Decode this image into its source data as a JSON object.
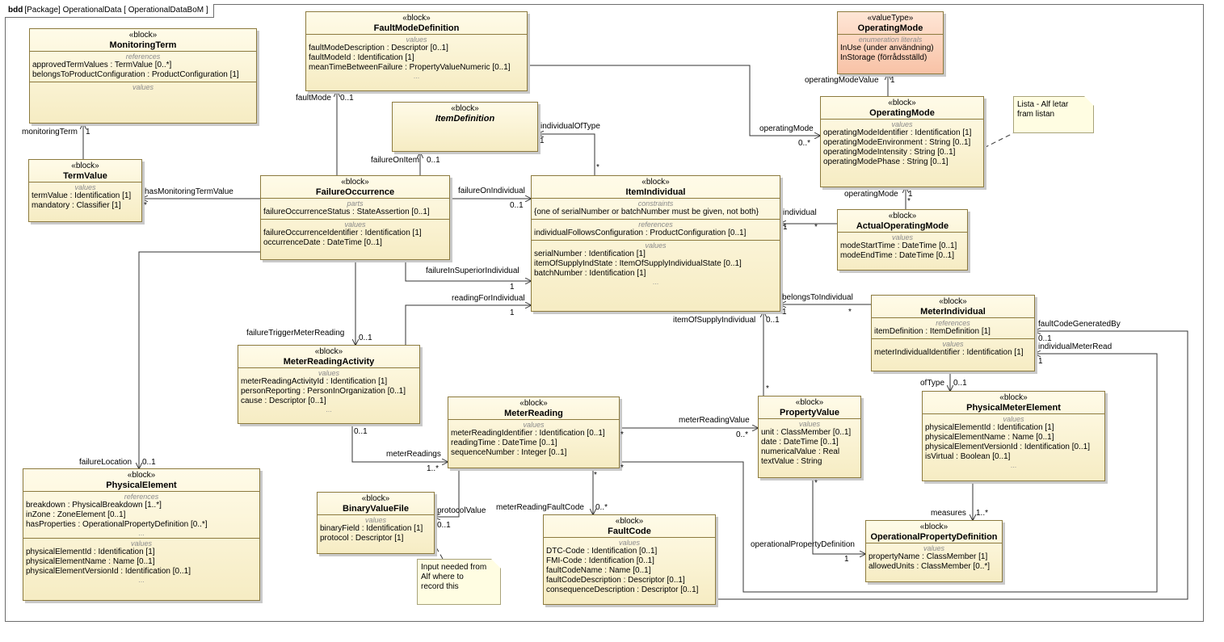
{
  "frame": {
    "kind": "bdd",
    "title": "[Package] OperationalData [ OperationalDataBoM ]"
  },
  "blocks": {
    "monitoringTerm": {
      "stereotype": "«block»",
      "name": "MonitoringTerm",
      "sections": [
        {
          "label": "references",
          "lines": [
            "approvedTermValues : TermValue [0..*]",
            "belongsToProductConfiguration : ProductConfiguration [1]"
          ]
        },
        {
          "label": "values",
          "lines": []
        }
      ]
    },
    "faultModeDefinition": {
      "stereotype": "«block»",
      "name": "FaultModeDefinition",
      "sections": [
        {
          "label": "values",
          "lines": [
            "faultModeDescription : Descriptor [0..1]",
            "faultModeId : Identification [1]",
            "meanTimeBetweenFailure : PropertyValueNumeric [0..1]"
          ],
          "more": "..."
        }
      ]
    },
    "operatingModeValueType": {
      "stereotype": "«valueType»",
      "name": "OperatingMode",
      "sections": [
        {
          "label": "enumeration literals",
          "lines": [
            "InUse (under användning)",
            "InStorage (förrådsställd)"
          ]
        }
      ]
    },
    "itemDefinition": {
      "stereotype": "«block»",
      "name": "ItemDefinition",
      "sections": []
    },
    "operatingMode": {
      "stereotype": "«block»",
      "name": "OperatingMode",
      "sections": [
        {
          "label": "values",
          "lines": [
            "operatingModeIdentifier : Identification [1]",
            "operatingModeEnvironment : String [0..1]",
            "operatingModeIntensity : String [0..1]",
            "operatingModePhase : String [0..1]"
          ]
        }
      ]
    },
    "termValue": {
      "stereotype": "«block»",
      "name": "TermValue",
      "sections": [
        {
          "label": "values",
          "lines": [
            "termValue : Identification [1]",
            "mandatory : Classifier [1]"
          ]
        }
      ]
    },
    "failureOccurrence": {
      "stereotype": "«block»",
      "name": "FailureOccurrence",
      "sections": [
        {
          "label": "parts",
          "lines": [
            "failureOccurrenceStatus : StateAssertion [0..1]"
          ]
        },
        {
          "label": "values",
          "lines": [
            "failureOccurrenceIdentifier : Identification [1]",
            "occurrenceDate : DateTime [0..1]"
          ]
        }
      ]
    },
    "itemIndividual": {
      "stereotype": "«block»",
      "name": "ItemIndividual",
      "sections": [
        {
          "label": "constraints",
          "lines": [
            "{one of serialNumber or batchNumber must be given, not both}"
          ]
        },
        {
          "label": "references",
          "lines": [
            "individualFollowsConfiguration : ProductConfiguration [0..1]"
          ]
        },
        {
          "label": "values",
          "lines": [
            "serialNumber : Identification [1]",
            "itemOfSupplyIndState : ItemOfSupplyIndividualState [0..1]",
            "batchNumber : Identification [1]"
          ],
          "more": "..."
        }
      ]
    },
    "actualOperatingMode": {
      "stereotype": "«block»",
      "name": "ActualOperatingMode",
      "sections": [
        {
          "label": "values",
          "lines": [
            "modeStartTime : DateTime [0..1]",
            "modeEndTime : DateTime [0..1]"
          ]
        }
      ]
    },
    "meterIndividual": {
      "stereotype": "«block»",
      "name": "MeterIndividual",
      "sections": [
        {
          "label": "references",
          "lines": [
            "itemDefinition : ItemDefinition [1]"
          ]
        },
        {
          "label": "values",
          "lines": [
            "meterIndividualIdentifier : Identification [1]"
          ]
        }
      ]
    },
    "meterReadingActivity": {
      "stereotype": "«block»",
      "name": "MeterReadingActivity",
      "sections": [
        {
          "label": "values",
          "lines": [
            "meterReadingActivityId : Identification [1]",
            "personReporting : PersonInOrganization [0..1]",
            "cause : Descriptor [0..1]"
          ],
          "more": "..."
        }
      ]
    },
    "meterReading": {
      "stereotype": "«block»",
      "name": "MeterReading",
      "sections": [
        {
          "label": "values",
          "lines": [
            "meterReadingIdentifier : Identification [0..1]",
            "readingTime : DateTime [0..1]",
            "sequenceNumber : Integer [0..1]"
          ]
        }
      ]
    },
    "propertyValue": {
      "stereotype": "«block»",
      "name": "PropertyValue",
      "sections": [
        {
          "label": "values",
          "lines": [
            "unit : ClassMember [0..1]",
            "date : DateTime [0..1]",
            "numericalValue : Real",
            "textValue : String"
          ]
        }
      ]
    },
    "physicalMeterElement": {
      "stereotype": "«block»",
      "name": "PhysicalMeterElement",
      "sections": [
        {
          "label": "values",
          "lines": [
            "physicalElementId : Identification [1]",
            "physicalElementName : Name [0..1]",
            "physicalElementVersionId : Identification [0..1]",
            "isVirtual : Boolean [0..1]"
          ],
          "more": "..."
        }
      ]
    },
    "physicalElement": {
      "stereotype": "«block»",
      "name": "PhysicalElement",
      "sections": [
        {
          "label": "references",
          "lines": [
            "breakdown : PhysicalBreakdown [1..*]",
            "inZone : ZoneElement [0..1]",
            "hasProperties : OperationalPropertyDefinition [0..*]"
          ],
          "more": "..."
        },
        {
          "label": "values",
          "lines": [
            "physicalElementId : Identification [1]",
            "physicalElementName : Name [0..1]",
            "physicalElementVersionId : Identification [0..1]"
          ],
          "more": "..."
        }
      ]
    },
    "binaryValueFile": {
      "stereotype": "«block»",
      "name": "BinaryValueFile",
      "sections": [
        {
          "label": "values",
          "lines": [
            "binaryField : Identification [1]",
            "protocol : Descriptor [1]"
          ]
        }
      ]
    },
    "faultCode": {
      "stereotype": "«block»",
      "name": "FaultCode",
      "sections": [
        {
          "label": "values",
          "lines": [
            "DTC-Code : Identification [0..1]",
            "FMI-Code : Identification [0..1]",
            "faultCodeName : Name [0..1]",
            "faultCodeDescription : Descriptor [0..1]",
            "consequenceDescription : Descriptor [0..1]"
          ]
        }
      ]
    },
    "operationalPropertyDefinition": {
      "stereotype": "«block»",
      "name": "OperationalPropertyDefinition",
      "sections": [
        {
          "label": "values",
          "lines": [
            "propertyName : ClassMember [1]",
            "allowedUnits : ClassMember [0..*]"
          ]
        }
      ]
    }
  },
  "notes": {
    "alf": {
      "lines": [
        "Lista - Alf letar",
        "fram listan"
      ]
    },
    "input": {
      "lines": [
        "Input needed from",
        "Alf where to",
        "record this"
      ]
    }
  },
  "labels": {
    "monitoringTerm_role": "monitoringTerm",
    "monitoringTerm_mult": "1",
    "hasMonitoringTermValue": "hasMonitoringTermValue",
    "hasMonitoringTermValue_mult": "*",
    "faultMode_role": "faultMode",
    "faultMode_mult": "0..1",
    "failureOnItem_role": "failureOnItem",
    "failureOnItem_mult": "0..1",
    "individualOfType_role": "individualOfType",
    "individualOfType_mult1": "1",
    "individualOfType_mult2": "*",
    "operatingModeValue_role": "operatingModeValue",
    "operatingModeValue_mult": "1",
    "operatingMode_role": "operatingMode",
    "operatingMode_mult": "0..*",
    "operatingMode2_role": "operatingMode",
    "operatingMode2_mult1": "1",
    "operatingMode2_mult2": "*",
    "failureOnIndividual_role": "failureOnIndividual",
    "failureOnIndividual_mult": "0..1",
    "individual_role": "individual",
    "individual_mult1": "1",
    "individual_mult2": "*",
    "failureInSuperiorIndividual_role": "failureInSuperiorIndividual",
    "failureInSuperiorIndividual_mult": "1",
    "readingForIndividual_role": "readingForIndividual",
    "readingForIndividual_mult": "1",
    "belongsToIndividual_role": "belongsToIndividual",
    "belongsToIndividual_mult1": "1",
    "belongsToIndividual_mult2": "*",
    "itemOfSupplyIndividual_role": "itemOfSupplyIndividual",
    "itemOfSupplyIndividual_mult1": "0..1",
    "itemOfSupplyIndividual_mult2": "*",
    "failureTriggerMeterReading_role": "failureTriggerMeterReading",
    "failureTriggerMeterReading_mult": "0..1",
    "faultCodeGeneratedBy_role": "faultCodeGeneratedBy",
    "faultCodeGeneratedBy_mult": "0..1",
    "individualMeterRead_role": "individualMeterRead",
    "individualMeterRead_mult": "1",
    "ofType_role": "ofType",
    "ofType_mult": "0..1",
    "meterReadingValue_role": "meterReadingValue",
    "meterReadingValue_mult1": "*",
    "meterReadingValue_mult2": "0..*",
    "meterReadings_role": "meterReadings",
    "meterReadings_mult1": "0..1",
    "meterReadings_mult2": "1..*",
    "failureLocation_role": "failureLocation",
    "failureLocation_mult": "0..1",
    "protocolValue_role": "protocolValue",
    "protocolValue_mult": "0..1",
    "meterReadingFaultCode_role": "meterReadingFaultCode",
    "meterReadingFaultCode_mult1": "*",
    "meterReadingFaultCode_mult2": "0..*",
    "meterReading_mult3": "*",
    "operationalPropertyDefinition_role": "operationalPropertyDefinition",
    "operationalPropertyDefinition_mult1": "*",
    "operationalPropertyDefinition_mult2": "1",
    "measures_role": "measures",
    "measures_mult": "1..*"
  }
}
